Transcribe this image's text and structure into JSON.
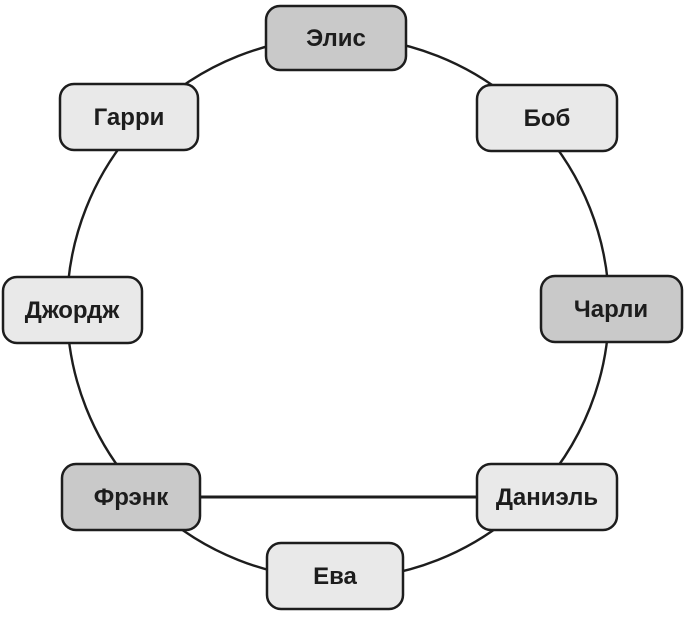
{
  "diagram": {
    "type": "circular-graph",
    "description": "Eight name nodes arranged on a circle; adjacent nodes are linked by the ring, plus one straight chord edge between Фрэнк and Даниэль.",
    "colors": {
      "background": "#ffffff",
      "edge_stroke": "#1d1d1d",
      "node_border": "#1d1d1d",
      "node_text": "#1d1d1d",
      "node_fill_dark": "#c9c9c9",
      "node_fill_light": "#e9e9e9"
    },
    "nodes": [
      {
        "id": "alice",
        "label": "Элис",
        "fill": "#c9c9c9",
        "position": "top"
      },
      {
        "id": "bob",
        "label": "Боб",
        "fill": "#e9e9e9",
        "position": "top-right"
      },
      {
        "id": "charlie",
        "label": "Чарли",
        "fill": "#c9c9c9",
        "position": "right"
      },
      {
        "id": "daniel",
        "label": "Даниэль",
        "fill": "#e9e9e9",
        "position": "bottom-right"
      },
      {
        "id": "eva",
        "label": "Ева",
        "fill": "#e9e9e9",
        "position": "bottom"
      },
      {
        "id": "frank",
        "label": "Фрэнк",
        "fill": "#c9c9c9",
        "position": "bottom-left"
      },
      {
        "id": "george",
        "label": "Джордж",
        "fill": "#e9e9e9",
        "position": "left"
      },
      {
        "id": "harry",
        "label": "Гарри",
        "fill": "#e9e9e9",
        "position": "top-left"
      }
    ],
    "edges": [
      {
        "from": "Элис",
        "to": "Боб",
        "type": "ring-arc"
      },
      {
        "from": "Боб",
        "to": "Чарли",
        "type": "ring-arc"
      },
      {
        "from": "Чарли",
        "to": "Даниэль",
        "type": "ring-arc"
      },
      {
        "from": "Даниэль",
        "to": "Ева",
        "type": "ring-arc"
      },
      {
        "from": "Ева",
        "to": "Фрэнк",
        "type": "ring-arc"
      },
      {
        "from": "Фрэнк",
        "to": "Джордж",
        "type": "ring-arc"
      },
      {
        "from": "Джордж",
        "to": "Гарри",
        "type": "ring-arc"
      },
      {
        "from": "Гарри",
        "to": "Элис",
        "type": "ring-arc"
      },
      {
        "from": "Фрэнк",
        "to": "Даниэль",
        "type": "straight-chord"
      }
    ]
  }
}
